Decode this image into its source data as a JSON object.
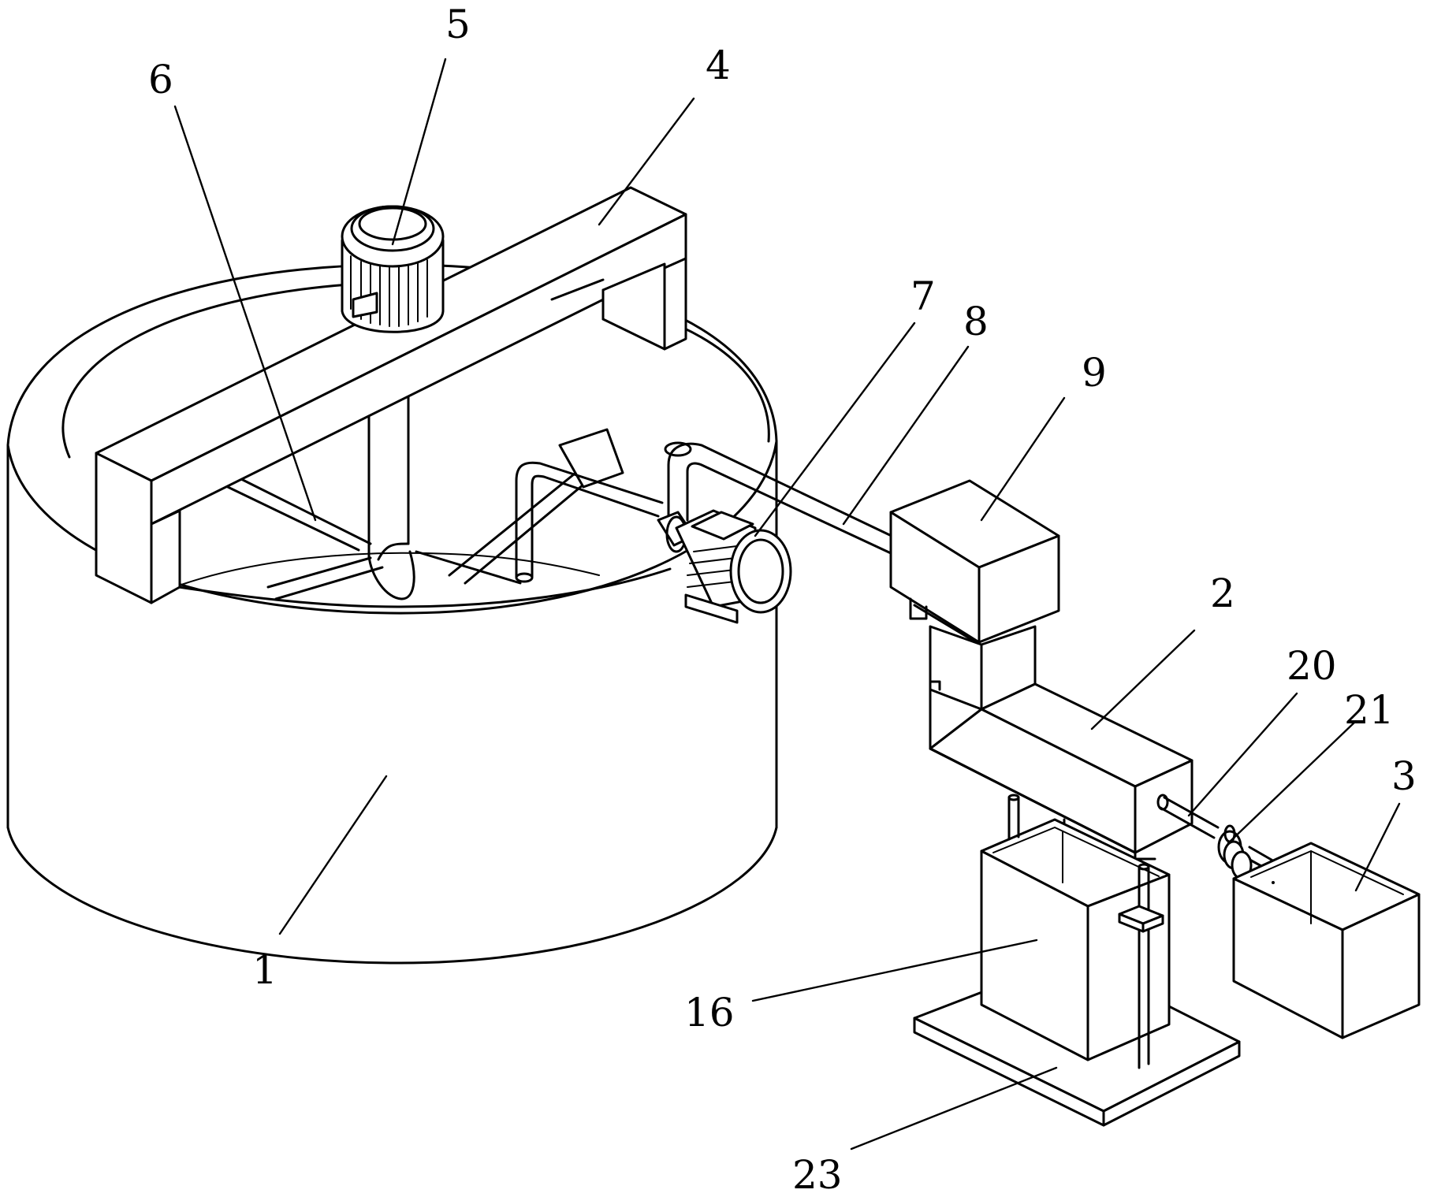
{
  "labels": {
    "tank": "1",
    "screw_conveyor": "2",
    "collection_box": "3",
    "frame": "4",
    "motor": "5",
    "stirring_blade": "6",
    "pump": "7",
    "pipe": "8",
    "filter_box": "9",
    "output_pipe": "20",
    "valve": "21",
    "receiving_box": "16",
    "base_plate": "23"
  },
  "colors": {
    "stroke": "#000000",
    "background": "#ffffff"
  }
}
